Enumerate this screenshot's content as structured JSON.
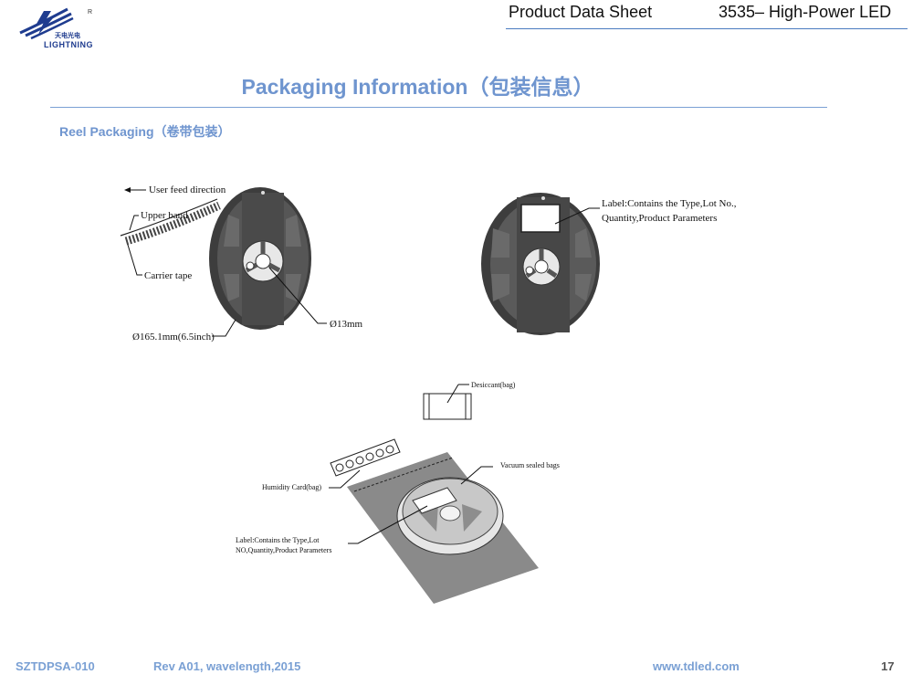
{
  "header": {
    "logo_text": "LIGHTNING",
    "logo_cn": "天电光电",
    "logo_mark": "R",
    "title": "Product Data Sheet",
    "model": "3535– High-Power LED"
  },
  "page_title": "Packaging Information（包装信息）",
  "section_title": "Reel Packaging（卷带包装）",
  "reel_diagram": {
    "user_feed_direction": "User feed direction",
    "upper_band": "Upper band",
    "carrier_tape": "Carrier tape",
    "reel_diameter": "Ø165.1mm(6.5inch)",
    "hub_diameter": "Ø13mm"
  },
  "label_diagram": {
    "label_line1": "Label:Contains  the Type,Lot No.,",
    "label_line2": "Quantity,Product Parameters"
  },
  "bag_diagram": {
    "desiccant": "Desiccant(bag)",
    "vacuum_bags": "Vacuum sealed bags",
    "humidity_card": "Humidity Card(bag)",
    "label_line1": "Label:Contains the Type,Lot",
    "label_line2": "NO,Quantity,Product Parameters"
  },
  "footer": {
    "doc_id": "SZTDPSA-010",
    "revision": "Rev A01, wavelength,2015",
    "website": "www.tdled.com",
    "page": "17"
  }
}
